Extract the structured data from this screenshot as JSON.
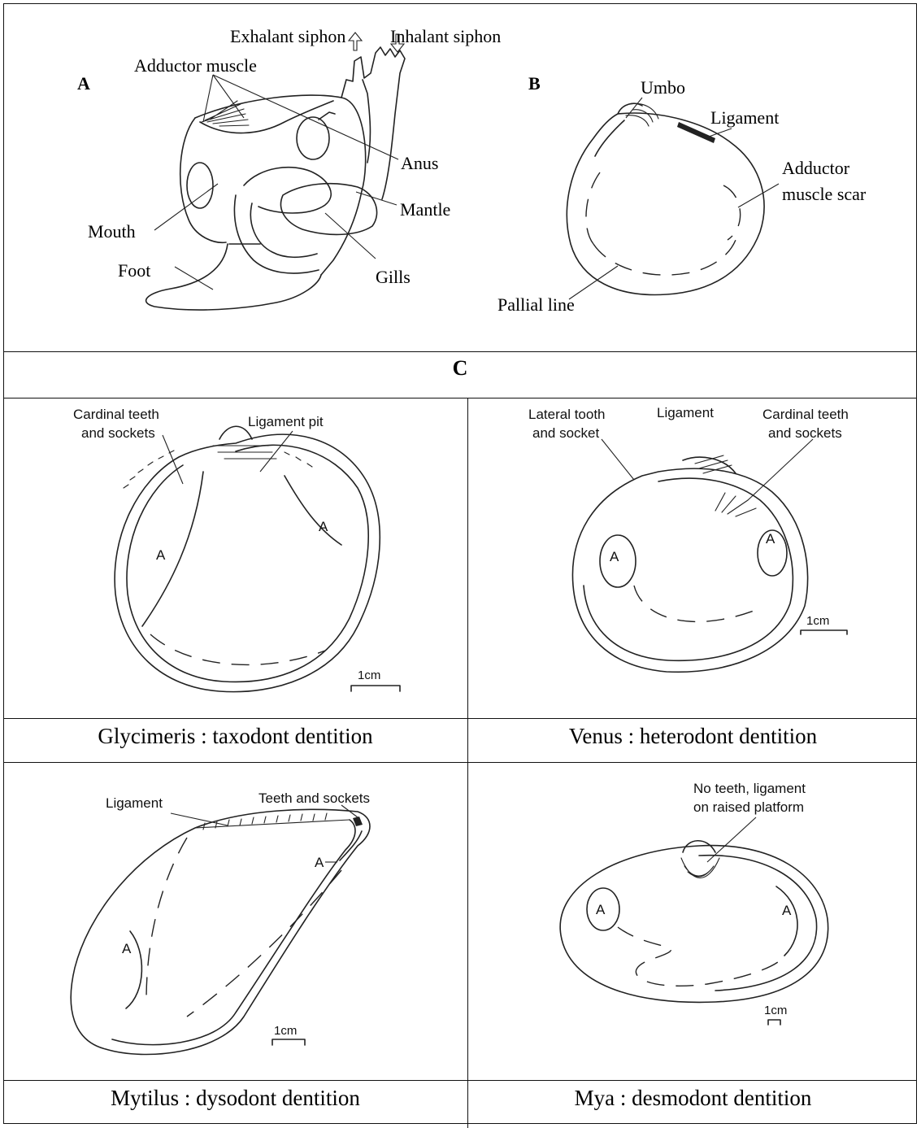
{
  "panel_a": {
    "letter": "A",
    "exhalant": "Exhalant siphon",
    "inhalant": "Inhalant siphon",
    "adductor": "Adductor muscle",
    "anus": "Anus",
    "mantle": "Mantle",
    "mouth": "Mouth",
    "foot": "Foot",
    "gills": "Gills"
  },
  "panel_b": {
    "letter": "B",
    "umbo": "Umbo",
    "ligament": "Ligament",
    "scar_line1": "Adductor",
    "scar_line2": "muscle scar",
    "pallial": "Pallial line"
  },
  "section_c": {
    "letter": "C"
  },
  "glycimeris": {
    "label1_line1": "Cardinal teeth",
    "label1_line2": "and sockets",
    "label2": "Ligament pit",
    "a_left": "A",
    "a_right": "A",
    "scale": "1cm",
    "caption": "Glycimeris : taxodont dentition"
  },
  "venus": {
    "label1_line1": "Lateral tooth",
    "label1_line2": "and socket",
    "label2": "Ligament",
    "label3_line1": "Cardinal teeth",
    "label3_line2": "and sockets",
    "a_left": "A",
    "a_right": "A",
    "scale": "1cm",
    "caption": "Venus : heterodont dentition"
  },
  "mytilus": {
    "label1": "Ligament",
    "label2": "Teeth and sockets",
    "a_upper": "A",
    "a_lower": "A",
    "scale": "1cm",
    "caption": "Mytilus : dysodont dentition"
  },
  "mya": {
    "label_line1": "No teeth, ligament",
    "label_line2": "on raised platform",
    "a_left": "A",
    "a_right": "A",
    "scale": "1cm",
    "caption": "Mya : desmodont dentition"
  }
}
